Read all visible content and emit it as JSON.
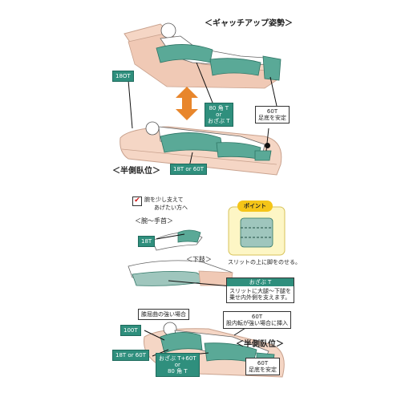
{
  "top": {
    "title": "＜ギャッチアップ姿勢＞",
    "label_18ot": "18OT",
    "label_80_l1": "80 角 T",
    "label_80_l2": "or",
    "label_80_l3": "おざぶ T",
    "label_60t_l1": "60T",
    "label_60t_l2": "足底を安定",
    "subtitle": "＜半側臥位＞",
    "label_18t_or_60t": "18T or 60T"
  },
  "middle": {
    "check_l1": "腕を少し支えて",
    "check_l2": "あげたい方へ",
    "arm_title": "＜腕～手首＞",
    "label_18t": "18T",
    "point_title": "ポイント",
    "point_note": "スリットの上に脚をのせる。",
    "leg_title": "＜下肢＞",
    "ozabu_title": "おざぶ T",
    "ozabu_l1": "スリットに大腿～下腿を",
    "ozabu_l2": "乗せ内外側を支えます。"
  },
  "bottom": {
    "knee_box": "膝屈曲の強い場合",
    "label_100t": "100T",
    "label_60t_l1": "60T",
    "label_60t_l2": "股内転が強い場合に挿入",
    "label_18t_or_60t": "18T or 60T",
    "combo_l1": "おざぶ T+60T",
    "combo_l2": "or",
    "combo_l3": "80 角 T",
    "title": "＜半側臥位＞",
    "label_60t_foot_l1": "60T",
    "label_60t_foot_l2": "足底を安定"
  }
}
